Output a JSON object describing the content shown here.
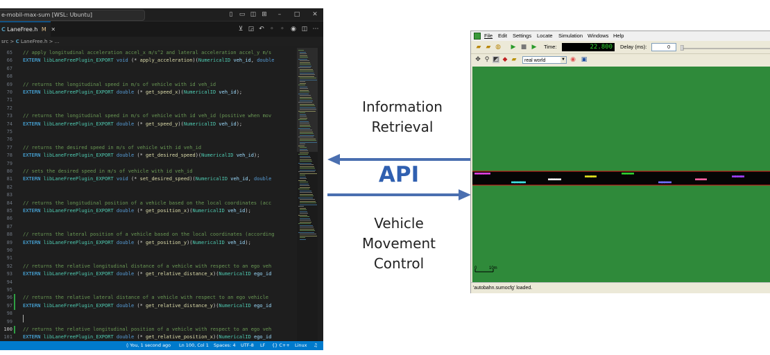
{
  "vscode": {
    "title": "e-mobil-max-sum [WSL: Ubuntu]",
    "tab": {
      "icon": "C",
      "label": "LaneFree.h",
      "modified": "M",
      "close": "✕"
    },
    "breadcrumb": {
      "src": "src",
      "sep1": ">",
      "icon": "C",
      "file": "LaneFree.h",
      "sep2": ">",
      "rest": "..."
    },
    "line_numbers": [
      "65",
      "66",
      "67",
      "68",
      "69",
      "70",
      "71",
      "72",
      "73",
      "74",
      "75",
      "76",
      "77",
      "78",
      "79",
      "80",
      "81",
      "82",
      "83",
      "84",
      "85",
      "86",
      "87",
      "88",
      "89",
      "90",
      "91",
      "92",
      "93",
      "94",
      "95",
      "96",
      "97",
      "98",
      "99",
      "100",
      "101"
    ],
    "code": [
      "// apply longitudinal acceleration accel_x m/s^2 and lateral acceleration accel_y m/s",
      "EXTERN libLaneFreePlugin_EXPORT void (* apply_acceleration)(NumericalID veh_id, double",
      "",
      "",
      "// returns the longitudinal speed in m/s of vehicle with id veh_id",
      "EXTERN libLaneFreePlugin_EXPORT double (* get_speed_x)(NumericalID veh_id);",
      "",
      "",
      "// returns the longitudinal speed in m/s of vehicle with id veh_id (positive when mov",
      "EXTERN libLaneFreePlugin_EXPORT double (* get_speed_y)(NumericalID veh_id);",
      "",
      "",
      "// returns the desired speed in m/s of vehicle with id veh_id",
      "EXTERN libLaneFreePlugin_EXPORT double (* get_desired_speed)(NumericalID veh_id);",
      "",
      "// sets the desired speed in m/s of vehicle with id veh_id",
      "EXTERN libLaneFreePlugin_EXPORT void (* set_desired_speed)(NumericalID veh_id, double",
      "",
      "",
      "// returns the longitudinal position of a vehicle based on the local coordinates (acc",
      "EXTERN libLaneFreePlugin_EXPORT double (* get_position_x)(NumericalID veh_id);",
      "",
      "",
      "// returns the lateral position of a vehicle based on the local coordinates (according",
      "EXTERN libLaneFreePlugin_EXPORT double (* get_position_y)(NumericalID veh_id);",
      "",
      "",
      "// returns the relative longitudinal distance of a vehicle with respect to an ego veh",
      "EXTERN libLaneFreePlugin_EXPORT double (* get_relative_distance_x)(NumericalID ego_id",
      "",
      "",
      "// returns the relative lateral distance of a vehicle with respect to an ego vehicle",
      "EXTERN libLaneFreePlugin_EXPORT double (* get_relative_distance_y)(NumericalID ego_id",
      "",
      "",
      "// returns the relative longitudinal position of a vehicle with respect to an ego veh",
      "EXTERN libLaneFreePlugin_EXPORT double (* get_relative_position_x)(NumericalID ego_id"
    ],
    "status": {
      "author": "You, 1 second ago",
      "position": "Ln 100, Col 1",
      "spaces": "Spaces: 4",
      "encoding": "UTF-8",
      "eol": "LF",
      "language": "{} C++",
      "os": "Linux"
    }
  },
  "diagram": {
    "info_retrieval": [
      "Information",
      "Retrieval"
    ],
    "api": "API",
    "vehicle_control": [
      "Vehicle",
      "Movement",
      "Control"
    ],
    "arrow_color": "#4a6fb0",
    "api_color": "#3060b0"
  },
  "sumo": {
    "menu": [
      "File",
      "Edit",
      "Settings",
      "Locate",
      "Simulation",
      "Windows",
      "Help"
    ],
    "time_label": "Time:",
    "time_value": "22.800",
    "delay_label": "Delay (ms):",
    "delay_value": "0",
    "scheme": "real world",
    "scale_start": "0",
    "scale_label": "10m",
    "status_text": "'autobahn.sumocfg' loaded.",
    "grass_color": "#2f8a3a"
  }
}
